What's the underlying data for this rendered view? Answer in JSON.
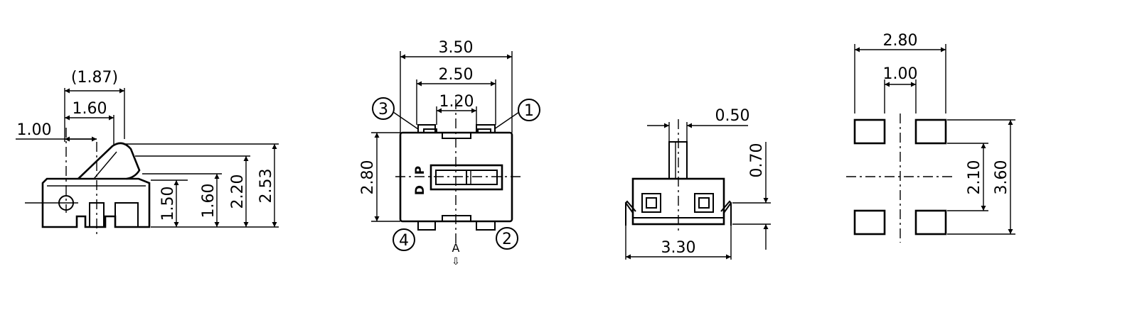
{
  "views": {
    "side": {
      "dims": {
        "overall_lever_ref": "(1.87)",
        "lever_offset": "1.60",
        "pivot_offset": "1.00",
        "housing_height": "1.50",
        "body_height": "1.60",
        "lever_top_height": "2.20",
        "total_height": "2.53"
      }
    },
    "top": {
      "dims": {
        "overall_width": "3.50",
        "terminal_span": "2.50",
        "slot_width": "1.20",
        "body_depth": "2.80"
      },
      "pins": [
        "1",
        "2",
        "3",
        "4"
      ],
      "marks": {
        "p": "P",
        "d": "D"
      },
      "view_letter": "A",
      "view_arrow": "⇩"
    },
    "front": {
      "dims": {
        "lever_width": "0.50",
        "lever_height": "0.70",
        "width": "3.30"
      }
    },
    "pad": {
      "dims": {
        "pad_span_x": "2.80",
        "pad_gap_x": "1.00",
        "pad_gap_y": "2.10",
        "pad_span_y": "3.60"
      }
    }
  }
}
